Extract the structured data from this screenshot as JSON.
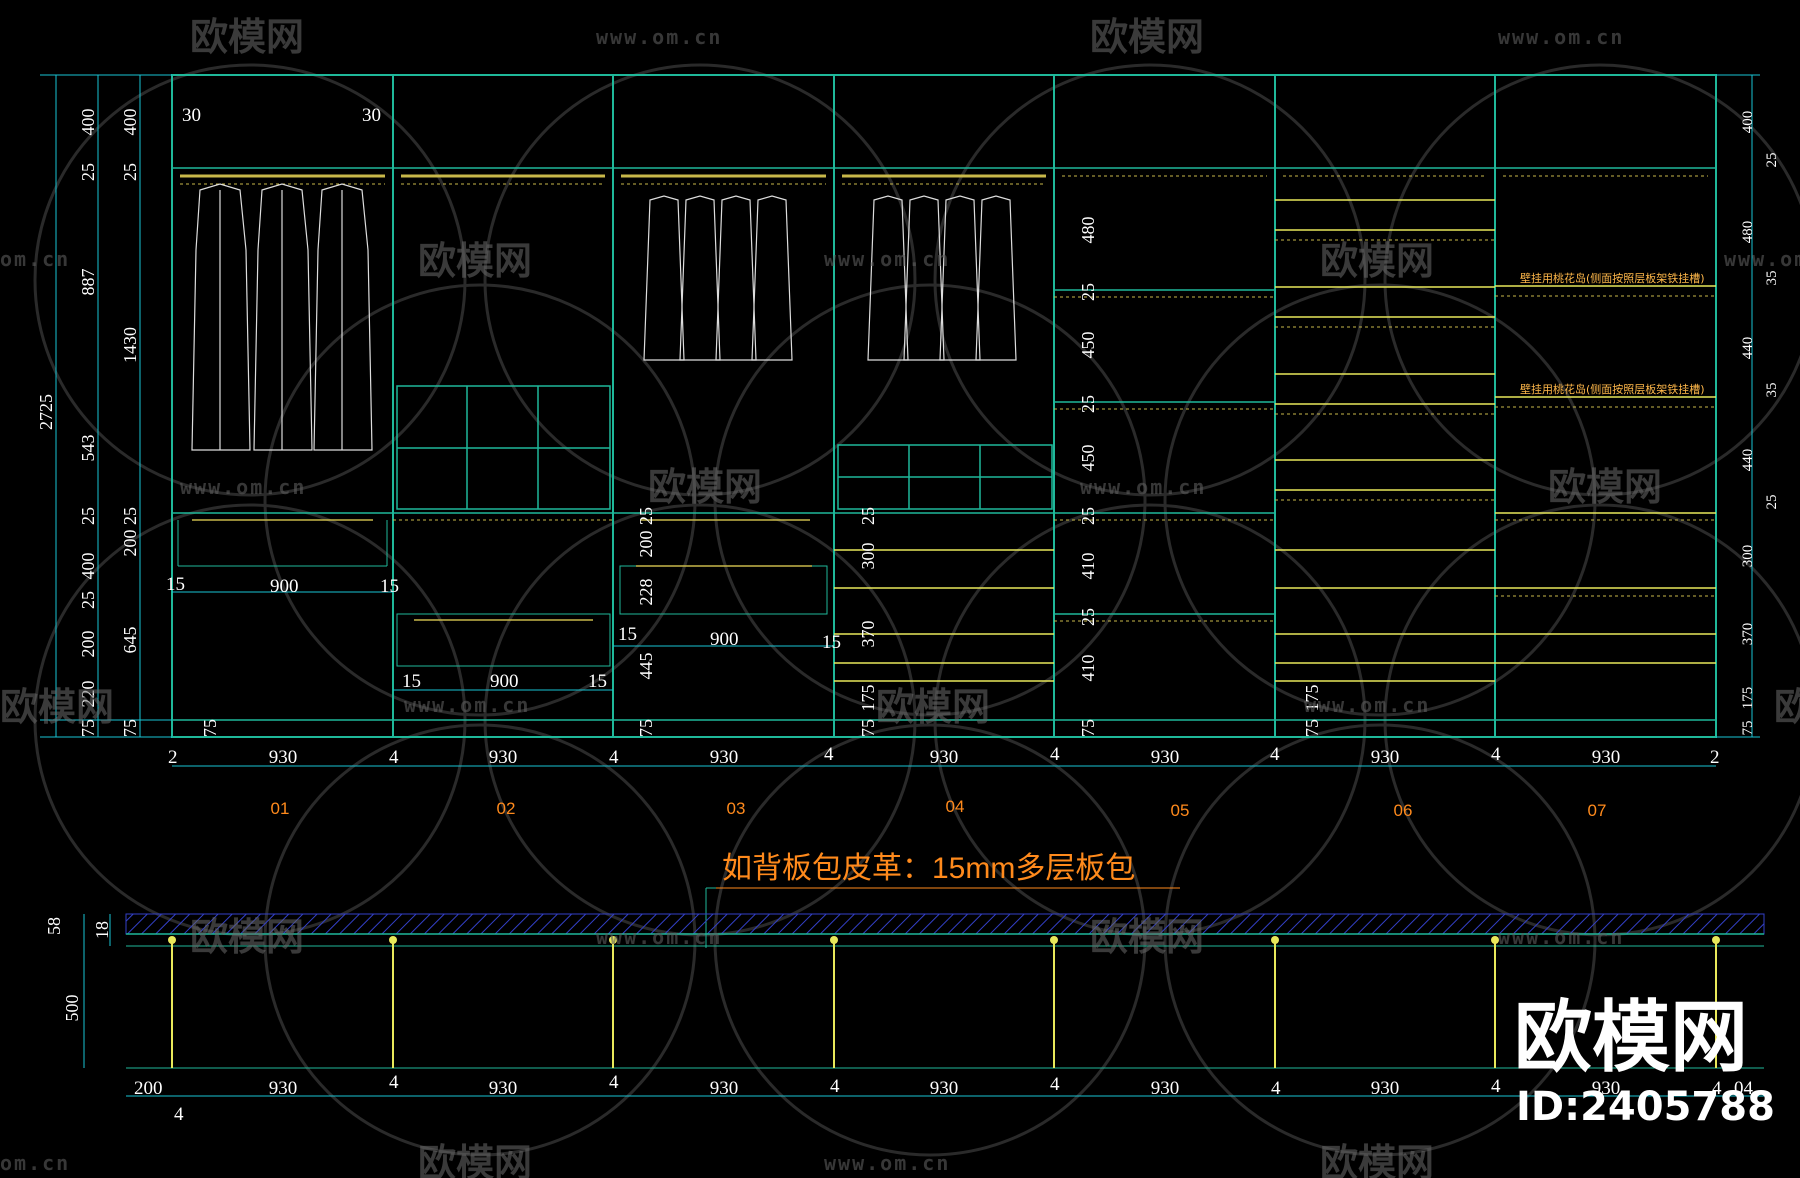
{
  "colors": {
    "background": "#000000",
    "frame": "#1fb89a",
    "shelf": "#c8b84a",
    "yellow": "#e8e85a",
    "dimension_line": "#19c4d4",
    "tick": "#e8e85a",
    "text": "#ffffff",
    "label": "#ff8a1c",
    "hatch": "#3340c8"
  },
  "units": {
    "labels": [
      "01",
      "02",
      "03",
      "04",
      "05",
      "06",
      "07"
    ],
    "width_labels": [
      "930",
      "930",
      "930",
      "930",
      "930",
      "930",
      "930"
    ],
    "gap_labels": [
      "2",
      "4",
      "4",
      "4",
      "4",
      "4",
      "4",
      "2"
    ]
  },
  "left_dims": {
    "total": "2725",
    "col2": [
      "400",
      "25",
      "887",
      "543",
      "25",
      "400",
      "25",
      "200",
      "220",
      "75"
    ],
    "col3": [
      "400",
      "25",
      "1430",
      "25",
      "200",
      "645",
      "75"
    ]
  },
  "right_dims": [
    "400",
    "25",
    "480",
    "35",
    "440",
    "35",
    "440",
    "25",
    "300",
    "370",
    "175",
    "75"
  ],
  "inner_dims": {
    "top_left": "30",
    "top_right": "30",
    "u1_side_left": "15",
    "u1_width": "900",
    "u1_side_right": "15",
    "u1_bottom": "75",
    "u2_side_left": "15",
    "u2_width": "900",
    "u2_side_right": "15",
    "u3_side_left": "15",
    "u3_width": "900",
    "u3_side_right": "15",
    "u3_v": [
      "25",
      "200",
      "228",
      "445",
      "75"
    ],
    "u4_v": [
      "25",
      "300",
      "370",
      "175",
      "75"
    ],
    "u5_v": [
      "480",
      "25",
      "450",
      "25",
      "450",
      "25",
      "410",
      "25",
      "410",
      "75"
    ],
    "u6_v": [
      "175",
      "75"
    ]
  },
  "notes": {
    "note1": "壁挂用桃花岛(侧面按照层板架铁挂槽)",
    "note2": "壁挂用桃花岛(侧面按照层板架铁挂槽)"
  },
  "plan": {
    "callout": "如背板包皮革：15mm多层板包",
    "left_dims": [
      "58",
      "18",
      "500"
    ],
    "bottom_dims": [
      "200",
      "930",
      "4",
      "930",
      "4",
      "930",
      "4",
      "930",
      "4",
      "930",
      "4",
      "930",
      "4",
      "930",
      "4"
    ],
    "bottom_extra": "4",
    "right_extra": "04"
  },
  "watermark": {
    "brand": "欧模网",
    "url": "www.om.cn",
    "url_short": "om.cn",
    "id_text": "ID:2405788"
  }
}
